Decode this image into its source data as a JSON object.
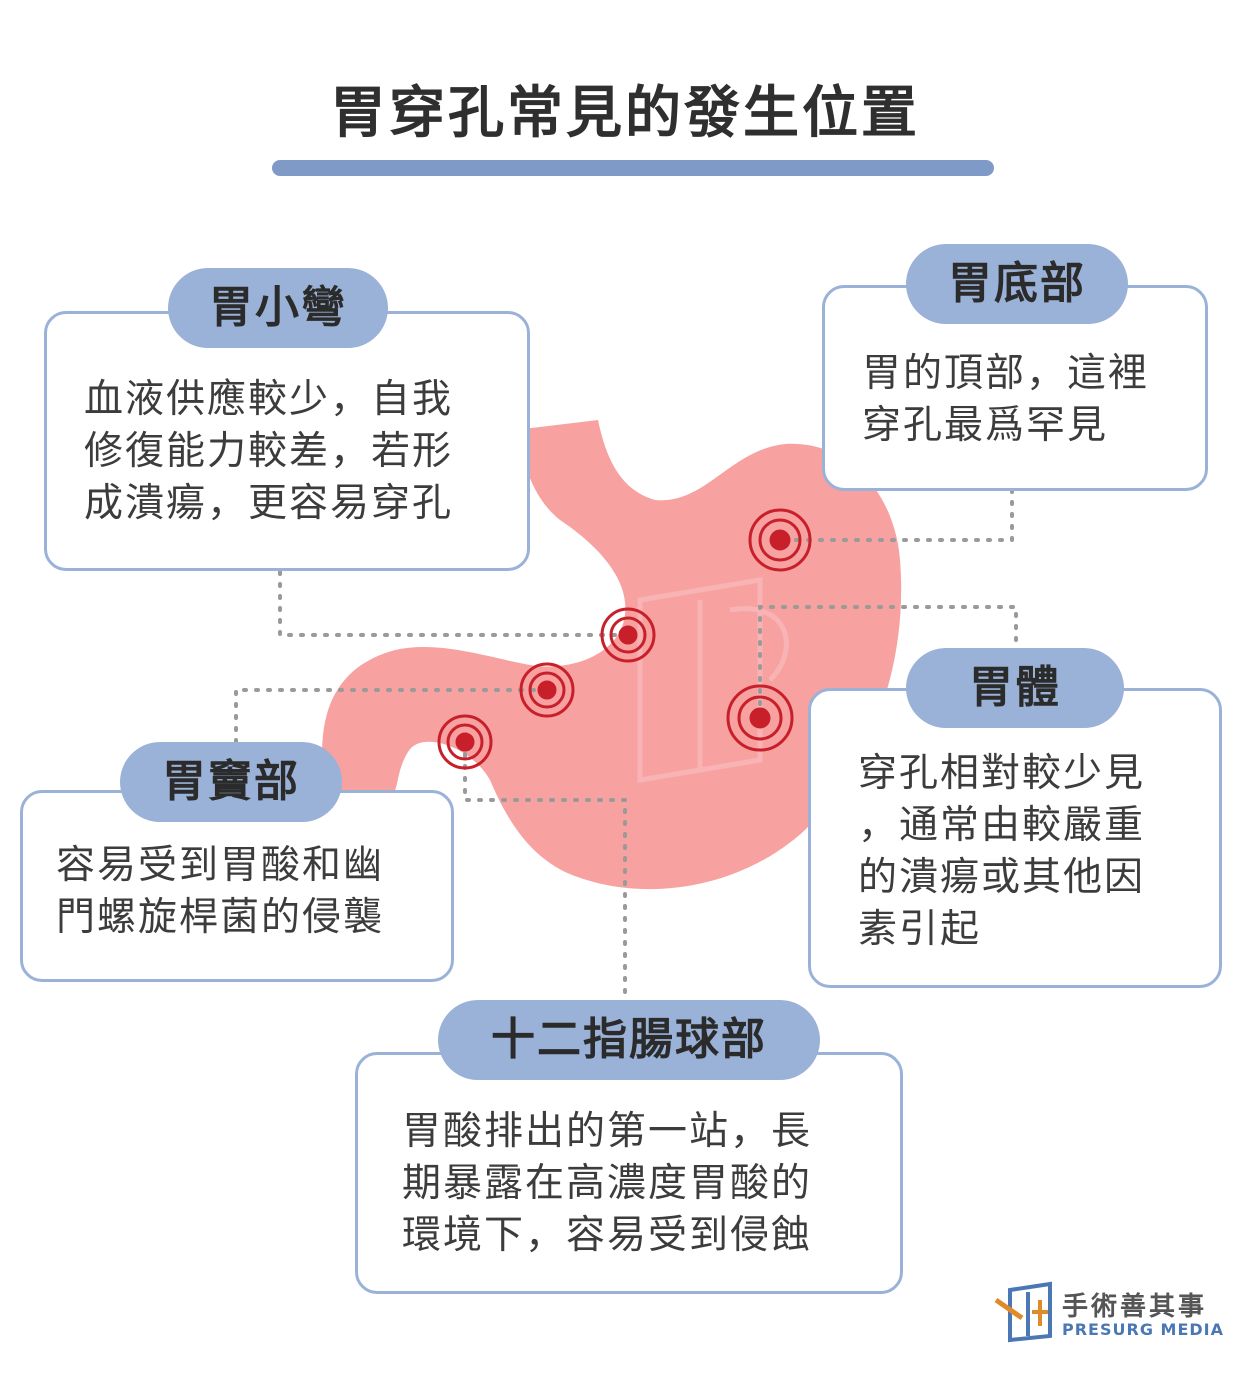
{
  "title": "胃穿孔常見的發生位置",
  "regions": {
    "lesser_curvature": {
      "label": "胃小彎",
      "lines": [
        "血液供應較少，自我",
        "修復能力較差，若形",
        "成潰瘍，更容易穿孔"
      ]
    },
    "fundus": {
      "label": "胃底部",
      "lines": [
        "胃的頂部，這裡",
        "穿孔最爲罕見"
      ]
    },
    "body": {
      "label": "胃體",
      "lines": [
        "穿孔相對較少見",
        "，通常由較嚴重",
        "的潰瘍或其他因",
        "素引起"
      ]
    },
    "antrum": {
      "label": "胃竇部",
      "lines": [
        "容易受到胃酸和幽",
        "門螺旋桿菌的侵襲"
      ]
    },
    "duodenum": {
      "label": "十二指腸球部",
      "lines": [
        "胃酸排出的第一站，長",
        "期暴露在高濃度胃酸的",
        "環境下，容易受到侵蝕"
      ]
    }
  },
  "logo": {
    "cn": "手術善其事",
    "en": "PRESURG MEDIA"
  },
  "colors": {
    "stomach": "#f7a1a1",
    "target_ring": "#c8202b",
    "accent_blue": "#9ab2d8",
    "title_bar": "#7f9ac6",
    "dots": "#9a9a9a"
  }
}
